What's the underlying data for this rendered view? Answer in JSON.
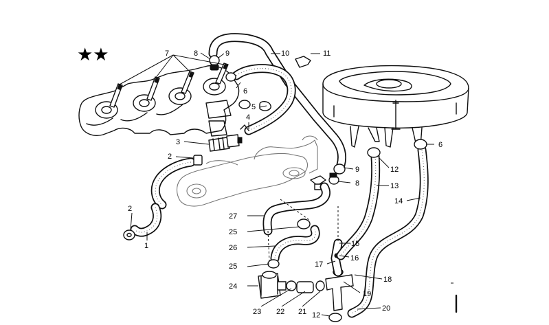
{
  "markers": {
    "stars": "★★"
  },
  "callouts": {
    "p1": "1",
    "p2a": "2",
    "p2b": "2",
    "p3": "3",
    "p4": "4",
    "p5": "5",
    "p6a": "6",
    "p6b": "6",
    "p7": "7",
    "p8a": "8",
    "p8b": "8",
    "p9a": "9",
    "p9b": "9",
    "p10": "10",
    "p11": "11",
    "p12a": "12",
    "p12b": "12",
    "p13": "13",
    "p14": "14",
    "p15": "15",
    "p16": "16",
    "p17": "17",
    "p18": "18",
    "p19": "19",
    "p20": "20",
    "p21": "21",
    "p22": "22",
    "p23": "23",
    "p24": "24",
    "p25a": "25",
    "p25b": "25",
    "p26": "26",
    "p27": "27"
  }
}
